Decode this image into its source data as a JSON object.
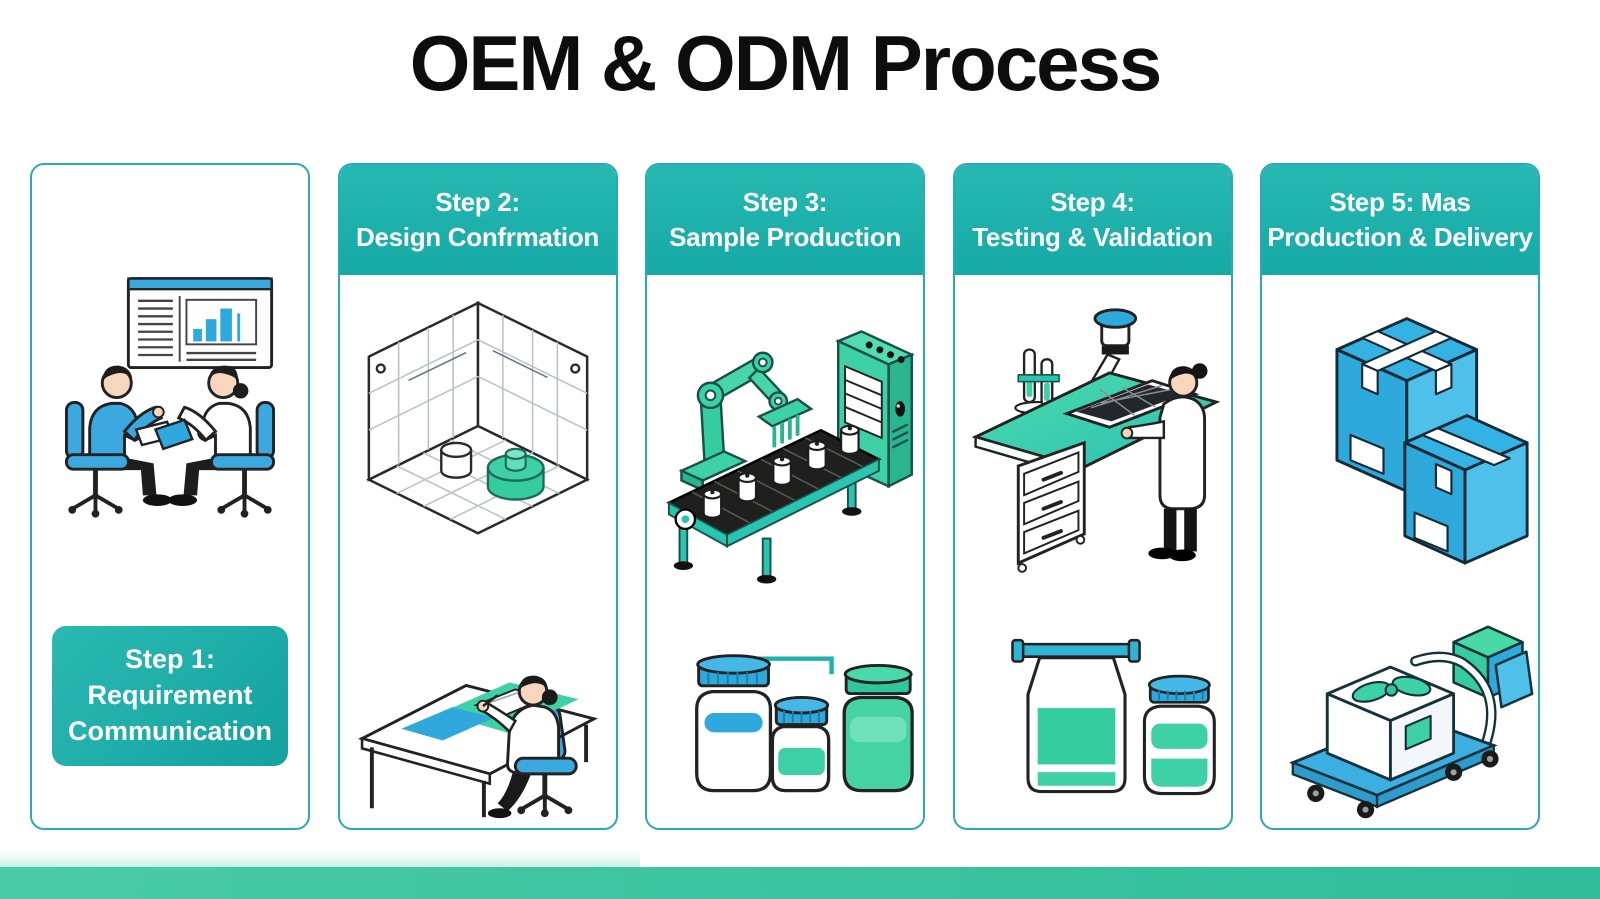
{
  "title": "OEM & ODM Process",
  "colors": {
    "header_teal": "#1FB2AB",
    "column_border": "#2AA9B8",
    "footer_band_green": "#34BE9C",
    "accent_blue": "#2FA8DC",
    "accent_green": "#3ED1A5"
  },
  "steps": [
    {
      "key": "requirement-communication",
      "box_lines": [
        "Step 1:",
        "Requirement",
        "Communication"
      ],
      "illustrations": [
        "client-meeting",
        "presentation-chart-board"
      ]
    },
    {
      "key": "design-confirmation",
      "header_lines": [
        "Step 2:",
        "Design Confrmation"
      ],
      "illustrations": [
        "isometric-blueprint-room",
        "designer-drafting-desk"
      ]
    },
    {
      "key": "sample-production",
      "header_lines": [
        "Step 3:",
        "Sample Production"
      ],
      "illustrations": [
        "robotic-arm-conveyor",
        "sample-bottles"
      ]
    },
    {
      "key": "testing-validation",
      "header_lines": [
        "Step 4:",
        "Testing & Validation"
      ],
      "illustrations": [
        "lab-testing-bench",
        "sealed-pouch-and-bottle"
      ]
    },
    {
      "key": "mass-production-delivery",
      "header_lines": [
        "Step 5: Mas",
        "Production & Delivery"
      ],
      "illustrations": [
        "shipping-boxes",
        "delivery-trolley"
      ]
    }
  ]
}
